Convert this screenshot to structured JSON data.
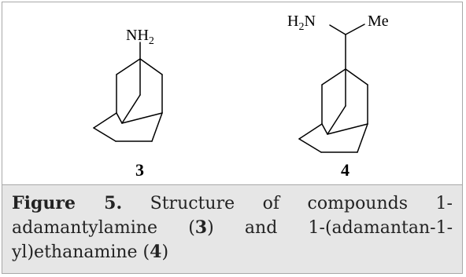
{
  "structures": {
    "left": {
      "substituent_main": "NH",
      "substituent_sub": "2",
      "number": "3"
    },
    "right": {
      "amine_main": "H",
      "amine_sub": "2",
      "amine_tail": "N",
      "methyl": "Me",
      "number": "4"
    }
  },
  "caption": {
    "label": "Figure 5.",
    "text_1": " Structure of compounds 1-adamantylamine (",
    "ref_1": "3",
    "text_2": ") and 1-(adamantan-1-yl)ethanamine (",
    "ref_2": "4",
    "text_3": ")"
  }
}
